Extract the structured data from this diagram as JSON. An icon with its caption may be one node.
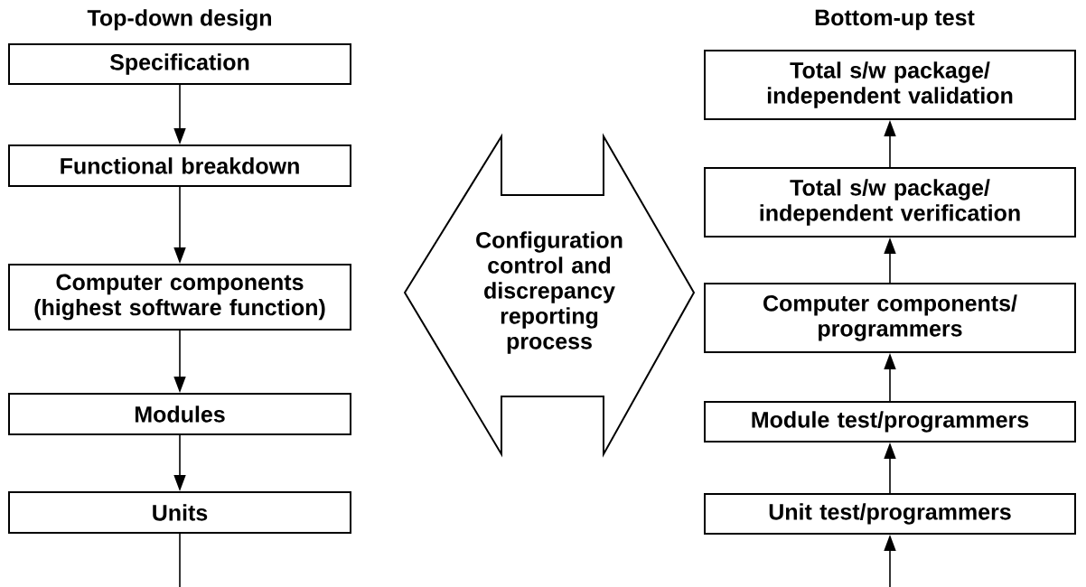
{
  "diagram": {
    "nodes": [
      {
        "text": [
          "Specification"
        ]
      },
      {
        "text": [
          "Functional breakdown"
        ]
      },
      {
        "text": [
          "Computer components (highest software function)"
        ]
      },
      {
        "text": [
          "Modules"
        ]
      },
      {
        "text": [
          "Units"
        ]
      },
      {
        "text": [
          "Configuration control and discrepancy reporting process"
        ]
      },
      {
        "text": [
          "Total s/w package/ independent validation"
        ]
      },
      {
        "text": [
          "Total s/w package/ independent verification"
        ]
      },
      {
        "text": [
          "Computer components/ programmers"
        ]
      },
      {
        "text": [
          "Module test/programmers"
        ]
      },
      {
        "text": [
          "Unit test/programmers"
        ]
      }
    ],
    "edges": [
      {
        "from": 0,
        "to": 1,
        "arrow": "to"
      },
      {
        "from": 1,
        "to": 2,
        "arrow": "to"
      },
      {
        "from": 2,
        "to": 3,
        "arrow": "to"
      },
      {
        "from": 3,
        "to": 4,
        "arrow": "to"
      },
      {
        "from": 4,
        "to": null,
        "arrow": "none"
      },
      {
        "from": 7,
        "to": 6,
        "arrow": "to"
      },
      {
        "from": 8,
        "to": 7,
        "arrow": "to"
      },
      {
        "from": 9,
        "to": 8,
        "arrow": "to"
      },
      {
        "from": 10,
        "to": 9,
        "arrow": "to"
      },
      {
        "from": null,
        "to": 10,
        "arrow": "to"
      }
    ],
    "labels": [
      "Top-down design",
      "Bottom-up test"
    ]
  }
}
